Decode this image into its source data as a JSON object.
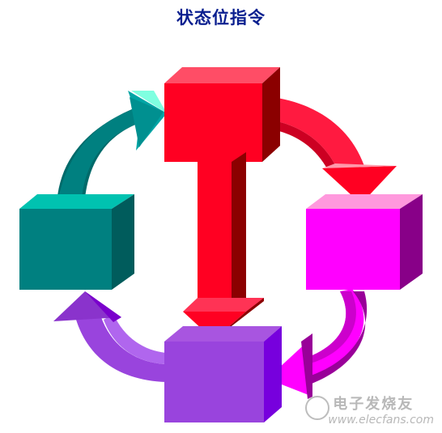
{
  "title": "状态位指令",
  "colors": {
    "red": "#ff0022",
    "magenta": "#ff00ff",
    "violet": "#9944dd",
    "teal": "#008080"
  },
  "watermark": {
    "text_cn": "电子发烧友",
    "url": "www.elecfans.com"
  }
}
